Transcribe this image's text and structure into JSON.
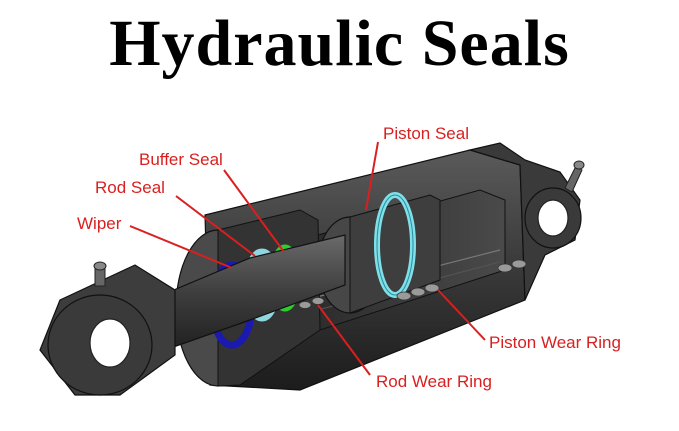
{
  "title": "Hydraulic Seals",
  "colors": {
    "label_red": "#d91f1f",
    "wiper_blue": "#1a1ab0",
    "rod_seal_cyan": "#8fd6e0",
    "buffer_seal_green": "#2ecc2e",
    "piston_seal_cyan": "#7fe0ea",
    "body_dark": "#3a3a3a"
  },
  "labels": {
    "wiper": "Wiper",
    "rod_seal": "Rod Seal",
    "buffer_seal": "Buffer Seal",
    "piston_seal": "Piston Seal",
    "piston_wear_ring": "Piston Wear Ring",
    "rod_wear_ring": "Rod Wear Ring"
  }
}
